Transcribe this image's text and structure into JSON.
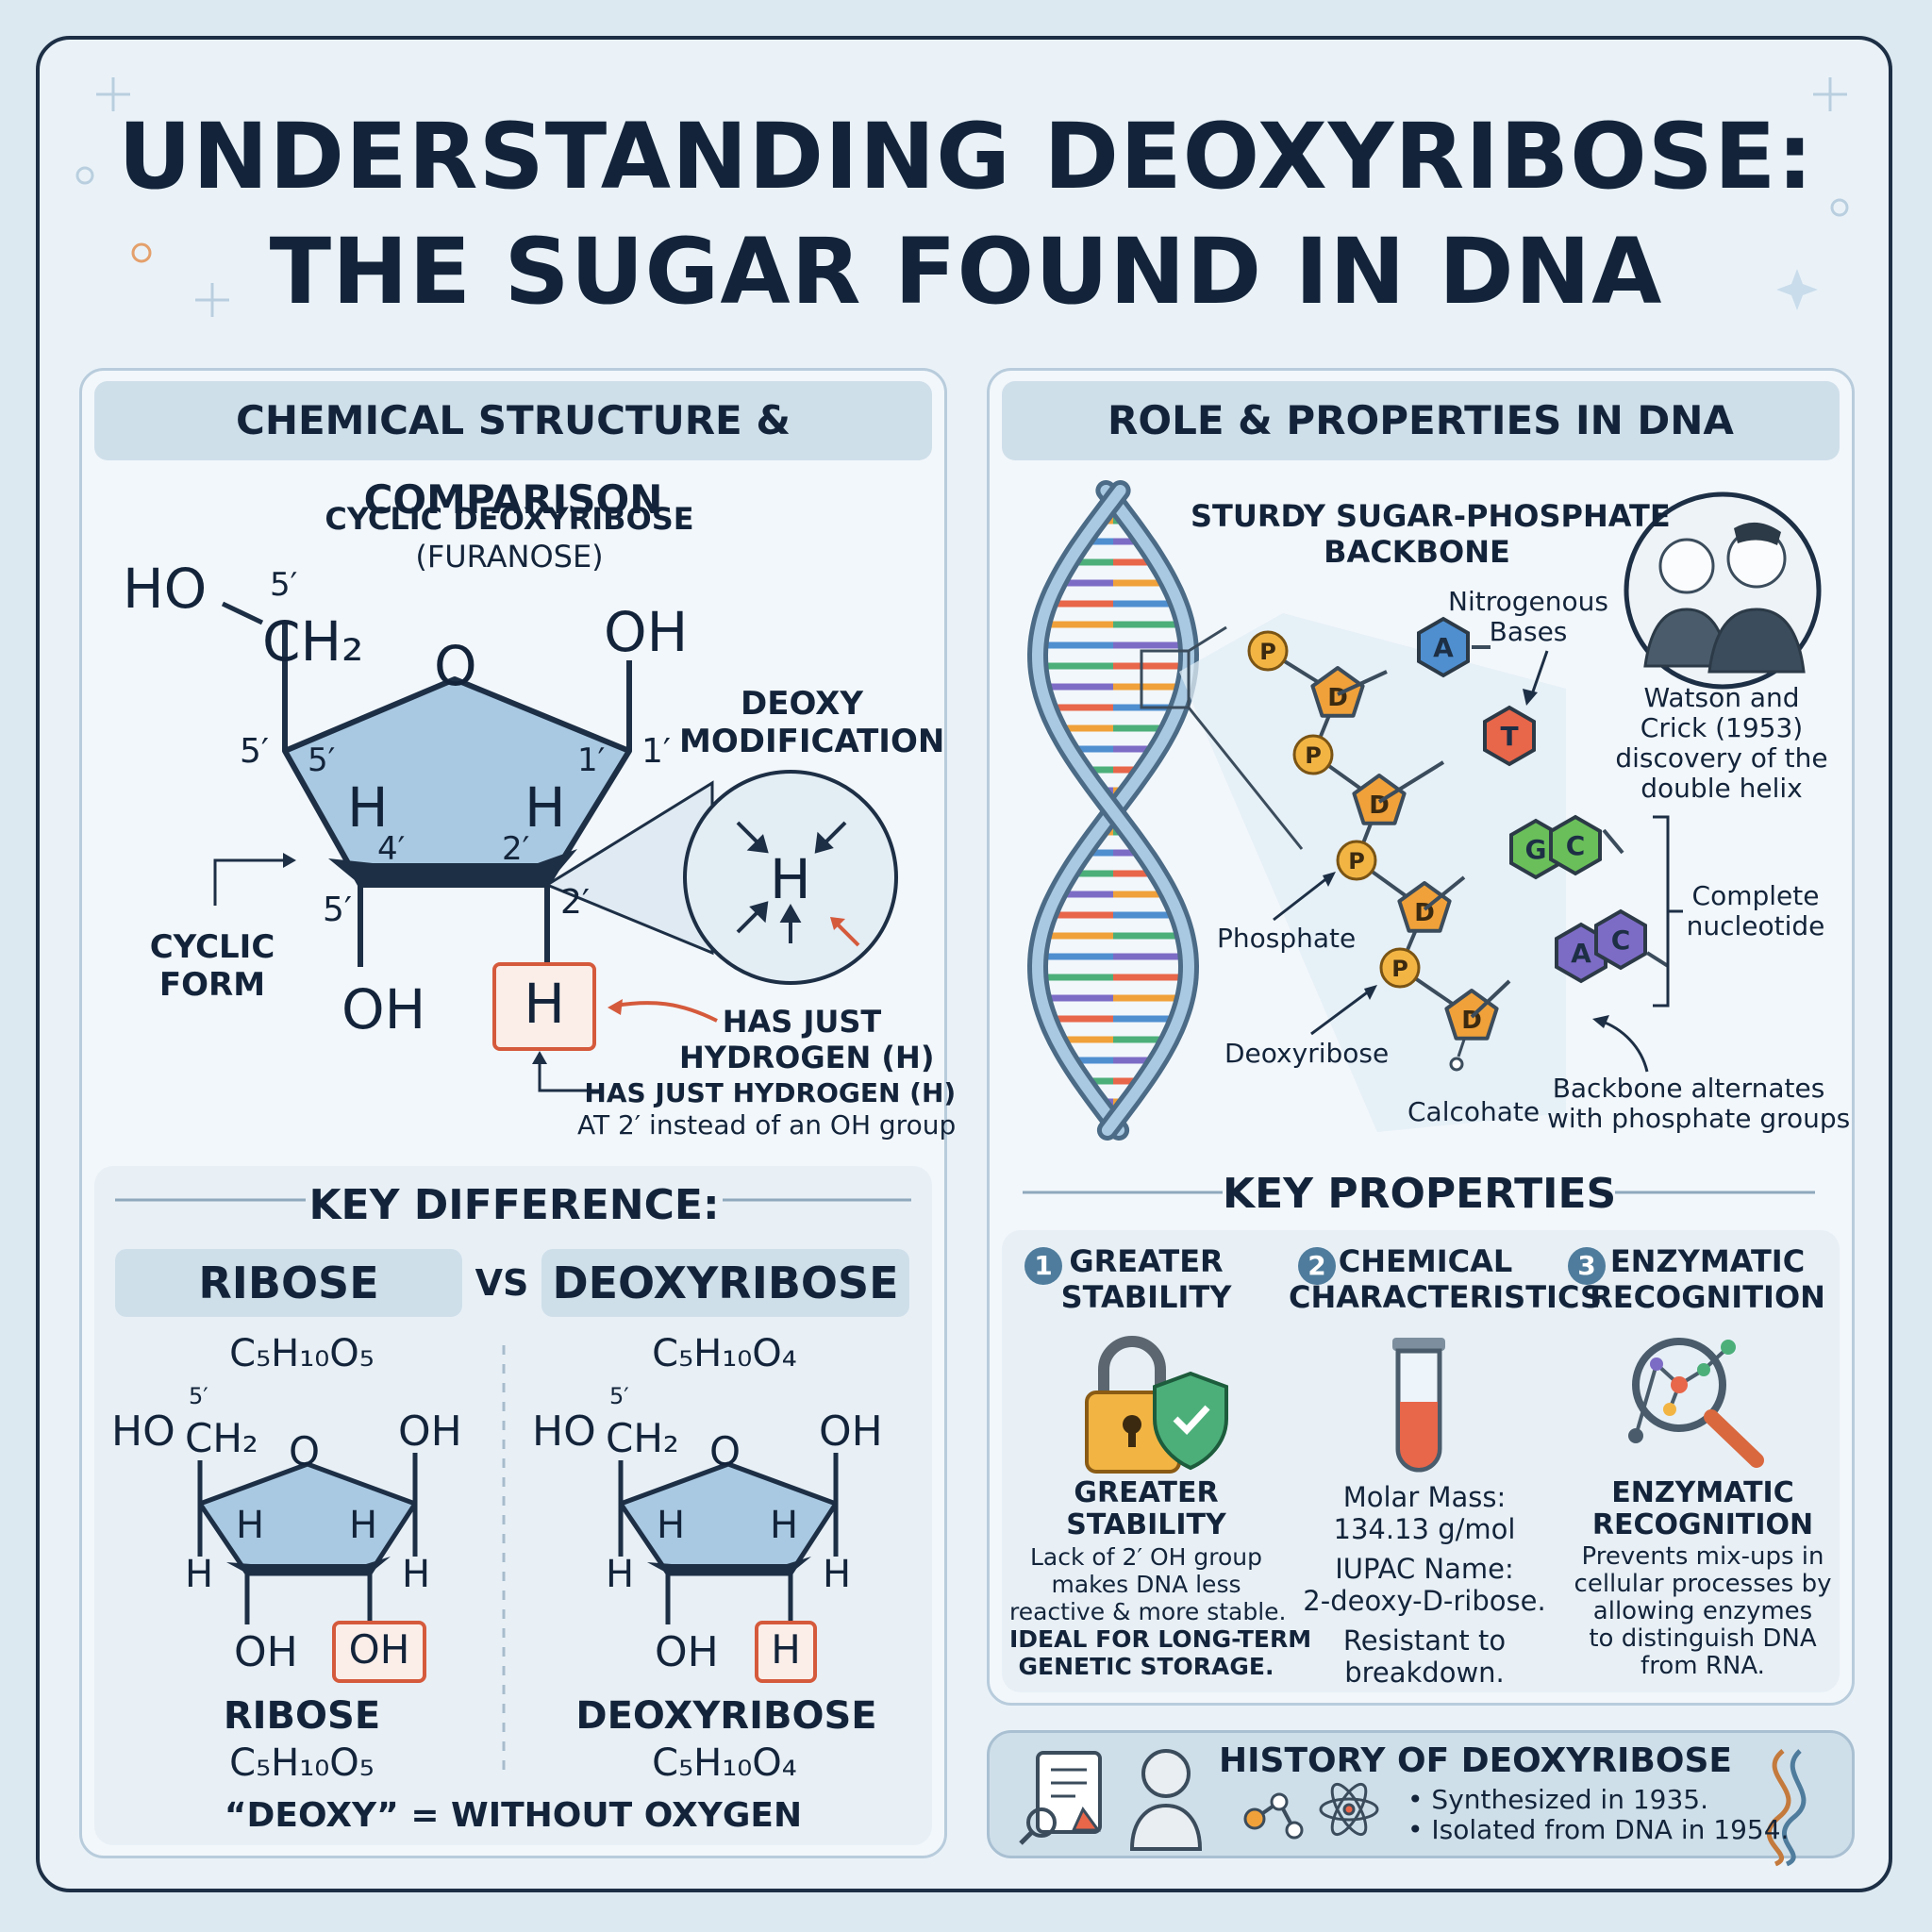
{
  "title": {
    "line1": "UNDERSTANDING DEOXYRIBOSE:",
    "line2": "THE SUGAR FOUND IN DNA"
  },
  "left_panel": {
    "header": "CHEMICAL STRUCTURE & COMPARISON",
    "ring": {
      "caption_line1": "CYCLIC DEOXYRIBOSE",
      "caption_line2": "(FURANOSE)",
      "ho": "HO",
      "ch2": "CH₂",
      "o": "O",
      "oh_top": "OH",
      "oh_bottom": "OH",
      "h_left": "H",
      "h_right": "H",
      "h_box": "H",
      "c5_top": "5′",
      "c5_left_outer": "5′",
      "c5_left_inner": "5′",
      "c4": "4′",
      "c2_inner": "2′",
      "c2_outer": "2′",
      "c1_inner": "1′",
      "c1_outer": "1′",
      "c5_lower": "5′",
      "cyclic_line1": "CYCLIC",
      "cyclic_line2": "FORM",
      "deoxy_line1": "DEOXY",
      "deoxy_line2": "MODIFICATION",
      "zoom_h": "H",
      "has_just_line1": "HAS JUST",
      "has_just_line2": "HYDROGEN (H)",
      "note_line1": "HAS JUST HYDROGEN (H)",
      "note_line2": "AT 2′ instead of an OH group"
    },
    "key_difference": {
      "heading": "KEY DIFFERENCE:",
      "vs": "VS",
      "ribose": {
        "tab": "RIBOSE",
        "formula": "C₅H₁₀O₅",
        "ho": "HO",
        "ch2": "CH₂",
        "c5": "5′",
        "o": "O",
        "oh_right": "OH",
        "h1": "H",
        "h2": "H",
        "h_left": "H",
        "h_right": "H",
        "oh_bottom": "OH",
        "boxed": "OH",
        "name": "RIBOSE",
        "formula2": "C₅H₁₀O₅"
      },
      "deoxyribose": {
        "tab": "DEOXYRIBOSE",
        "formula": "C₅H₁₀O₄",
        "ho": "HO",
        "ch2": "CH₂",
        "c5": "5′",
        "o": "O",
        "oh_right": "OH",
        "h1": "H",
        "h2": "H",
        "h_left": "H",
        "h_right": "H",
        "oh_bottom": "OH",
        "boxed": "H",
        "name": "DEOXYRIBOSE",
        "formula2": "C₅H₁₀O₄"
      },
      "footer": "“DEOXY” = WITHOUT OXYGEN"
    }
  },
  "right_panel": {
    "header": "ROLE & PROPERTIES IN DNA",
    "backbone_line1": "STURDY SUGAR-PHOSPHATE",
    "backbone_line2": "BACKBONE",
    "nitro_line1": "Nitrogenous",
    "nitro_line2": "Bases",
    "watson_line1": "Watson and",
    "watson_line2": "Crick (1953)",
    "watson_line3": "discovery of the",
    "watson_line4": "double helix",
    "complete_line1": "Complete",
    "complete_line2": "nucleotide",
    "phosphate": "Phosphate",
    "deoxyribose": "Deoxyribose",
    "calcohate": "Calcohate",
    "alt_line1": "Backbone alternates",
    "alt_line2": "with phosphate groups",
    "p_label": "P",
    "d_label": "D",
    "bases": [
      "A",
      "T",
      "G",
      "C",
      "A",
      "C"
    ],
    "key_properties": "KEY PROPERTIES",
    "props": [
      {
        "num": "1",
        "title1": "GREATER",
        "title2": "STABILITY",
        "icon": "lock-shield-icon",
        "h1": "GREATER",
        "h2": "STABILITY",
        "body": [
          "Lack of 2′ OH group",
          "makes DNA less",
          "reactive & more stable."
        ],
        "bold": [
          "IDEAL FOR LONG-TERM",
          "GENETIC STORAGE."
        ]
      },
      {
        "num": "2",
        "title1": "CHEMICAL",
        "title2": "CHARACTERISTICS",
        "icon": "test-tube-icon",
        "body": [
          "Molar Mass:",
          "134.13 g/mol",
          "IUPAC Name:",
          "2-deoxy-D-ribose.",
          "Resistant to",
          "breakdown."
        ]
      },
      {
        "num": "3",
        "title1": "ENZYMATIC",
        "title2": "RECOGNITION",
        "icon": "magnifier-molecule-icon",
        "h1": "ENZYMATIC",
        "h2": "RECOGNITION",
        "body": [
          "Prevents mix-ups in",
          "cellular processes by",
          "allowing enzymes",
          "to distinguish DNA",
          "from RNA."
        ]
      }
    ],
    "history": {
      "title": "HISTORY OF DEOXYRIBOSE",
      "items": [
        "• Synthesized in 1935.",
        "• Isolated from DNA in 1954."
      ]
    }
  },
  "colors": {
    "ring_fill": "#a9c9e2",
    "ring_stroke": "#1d2f45",
    "accent_red": "#d55a3c",
    "phosphate": "#f2b544",
    "sugar": "#f0a13a"
  }
}
